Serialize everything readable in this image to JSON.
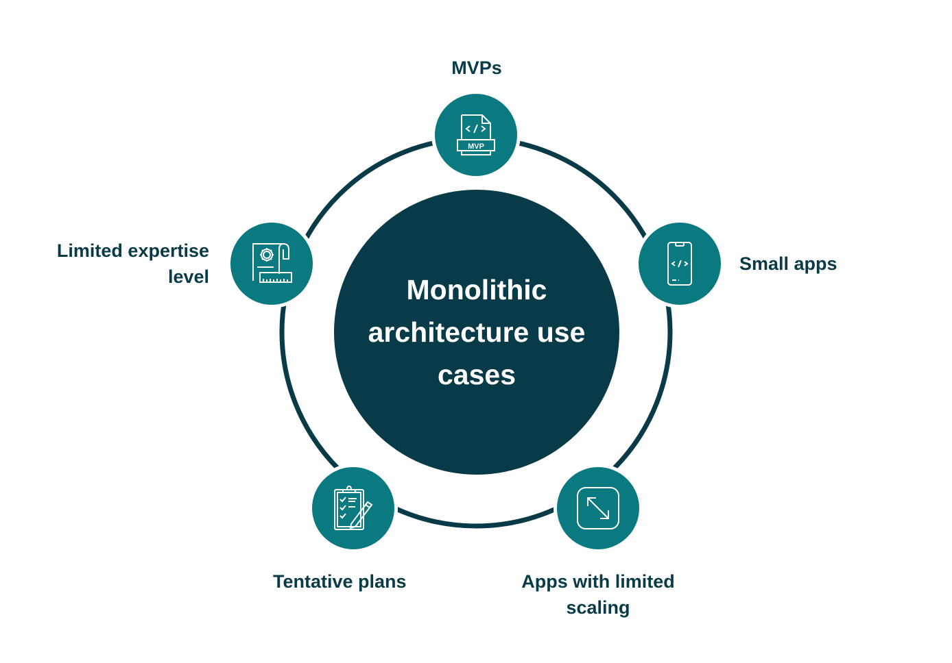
{
  "diagram": {
    "title": "Monolithic architecture use cases",
    "colors": {
      "center": "#083a47",
      "node": "#0b7a80",
      "ring": "#083a47",
      "label": "#083a47"
    },
    "nodes": [
      {
        "label": "MVPs",
        "icon": "mvp-document-icon"
      },
      {
        "label": "Small apps",
        "icon": "mobile-code-icon"
      },
      {
        "label": "Apps with limited scaling",
        "icon": "resize-arrows-icon"
      },
      {
        "label": "Tentative plans",
        "icon": "clipboard-checklist-icon"
      },
      {
        "label": "Limited expertise level",
        "icon": "gear-blueprint-icon"
      }
    ],
    "mvp_badge": "MVP"
  }
}
